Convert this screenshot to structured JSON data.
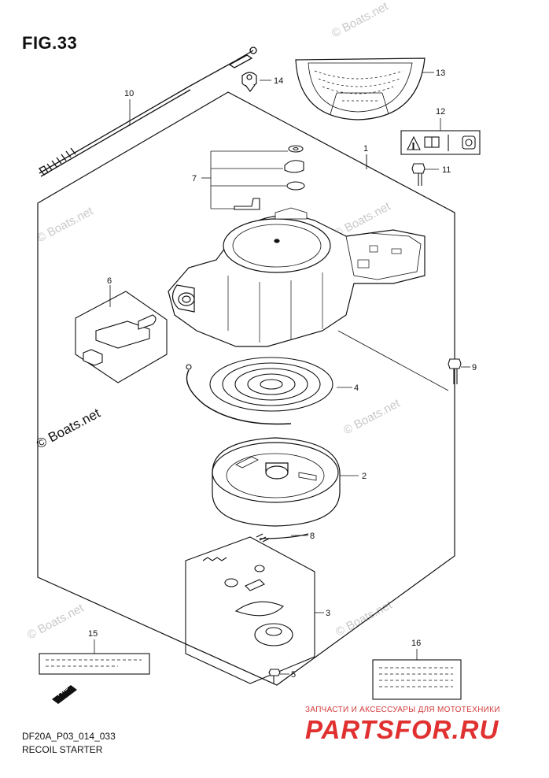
{
  "figure": {
    "title": "FIG.33",
    "code": "DF20A_P03_014_033",
    "caption": "RECOIL STARTER"
  },
  "callouts": [
    "1",
    "2",
    "3",
    "4",
    "5",
    "6",
    "7",
    "8",
    "9",
    "10",
    "11",
    "12",
    "13",
    "14",
    "15",
    "16"
  ],
  "watermark": {
    "text": "© Boats.net"
  },
  "dealer": {
    "tagline": "ЗАПЧАСТИ И АКСЕССУАРЫ ДЛЯ МОТОТЕХНИКИ",
    "logo": "PARTSFOR.RU",
    "color": "#e03030"
  },
  "badge": {
    "fwd": "FWD"
  }
}
